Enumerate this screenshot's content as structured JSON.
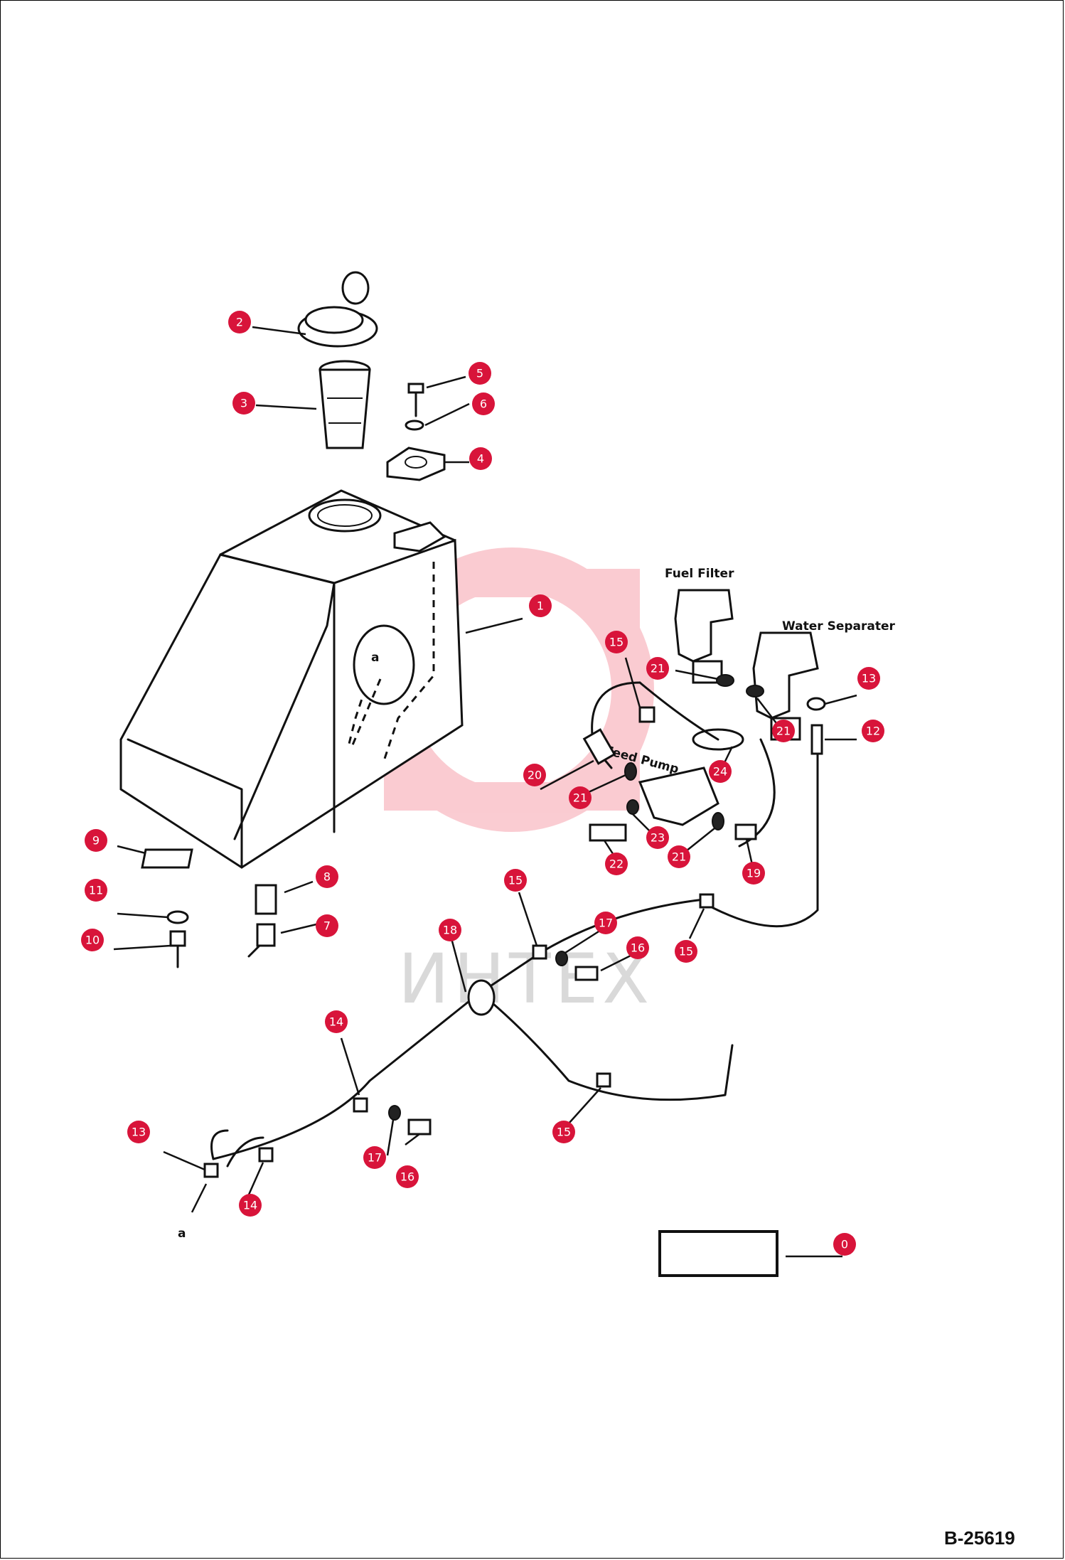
{
  "diagram": {
    "labels": {
      "fuel_filter": "Fuel Filter",
      "water_separator": "Water Separater",
      "feed_pump": "Feed Pump",
      "a_top": "a",
      "a_bottom": "a"
    },
    "watermark": "ИНТЕХ",
    "drawing_code": "B-25619",
    "callouts": [
      {
        "id": "c1",
        "num": "1"
      },
      {
        "id": "c2",
        "num": "2"
      },
      {
        "id": "c3",
        "num": "3"
      },
      {
        "id": "c4",
        "num": "4"
      },
      {
        "id": "c5",
        "num": "5"
      },
      {
        "id": "c6",
        "num": "6"
      },
      {
        "id": "c7",
        "num": "7"
      },
      {
        "id": "c8",
        "num": "8"
      },
      {
        "id": "c9",
        "num": "9"
      },
      {
        "id": "c10",
        "num": "10"
      },
      {
        "id": "c11",
        "num": "11"
      },
      {
        "id": "c12",
        "num": "12"
      },
      {
        "id": "c13a",
        "num": "13"
      },
      {
        "id": "c13b",
        "num": "13"
      },
      {
        "id": "c14a",
        "num": "14"
      },
      {
        "id": "c14b",
        "num": "14"
      },
      {
        "id": "c15a",
        "num": "15"
      },
      {
        "id": "c15b",
        "num": "15"
      },
      {
        "id": "c15c",
        "num": "15"
      },
      {
        "id": "c15d",
        "num": "15"
      },
      {
        "id": "c16a",
        "num": "16"
      },
      {
        "id": "c16b",
        "num": "16"
      },
      {
        "id": "c17a",
        "num": "17"
      },
      {
        "id": "c17b",
        "num": "17"
      },
      {
        "id": "c18",
        "num": "18"
      },
      {
        "id": "c19",
        "num": "19"
      },
      {
        "id": "c20",
        "num": "20"
      },
      {
        "id": "c21a",
        "num": "21"
      },
      {
        "id": "c21b",
        "num": "21"
      },
      {
        "id": "c21c",
        "num": "21"
      },
      {
        "id": "c21d",
        "num": "21"
      },
      {
        "id": "c22",
        "num": "22"
      },
      {
        "id": "c23",
        "num": "23"
      },
      {
        "id": "c24",
        "num": "24"
      },
      {
        "id": "c0",
        "num": "0"
      }
    ]
  }
}
